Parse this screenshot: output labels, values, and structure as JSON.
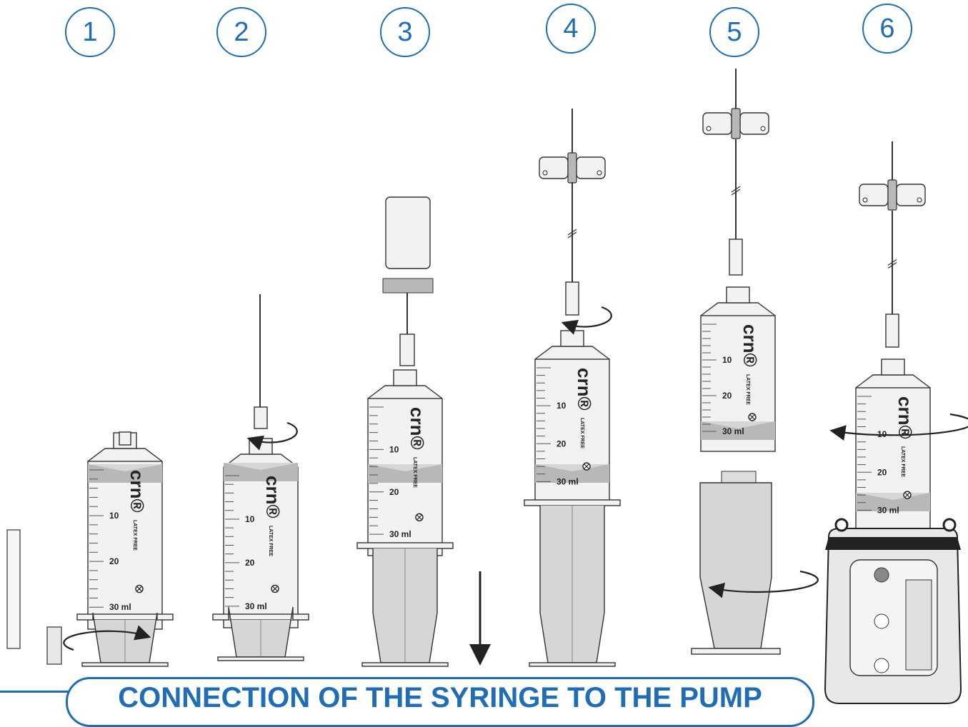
{
  "steps": [
    "1",
    "2",
    "3",
    "4",
    "5",
    "6"
  ],
  "title": "CONNECTION OF THE SYRINGE TO THE PUMP",
  "syringe": {
    "brand": "crn",
    "registered": "®",
    "latex": "LATEX FREE",
    "marks": [
      "10",
      "20",
      "30 ml"
    ]
  },
  "colors": {
    "accent": "#1f6db5",
    "outline": "#333333",
    "fill_light": "#f2f2f2",
    "fill_band": "#b8b8b8",
    "fill_shade": "#d6d6d6"
  }
}
